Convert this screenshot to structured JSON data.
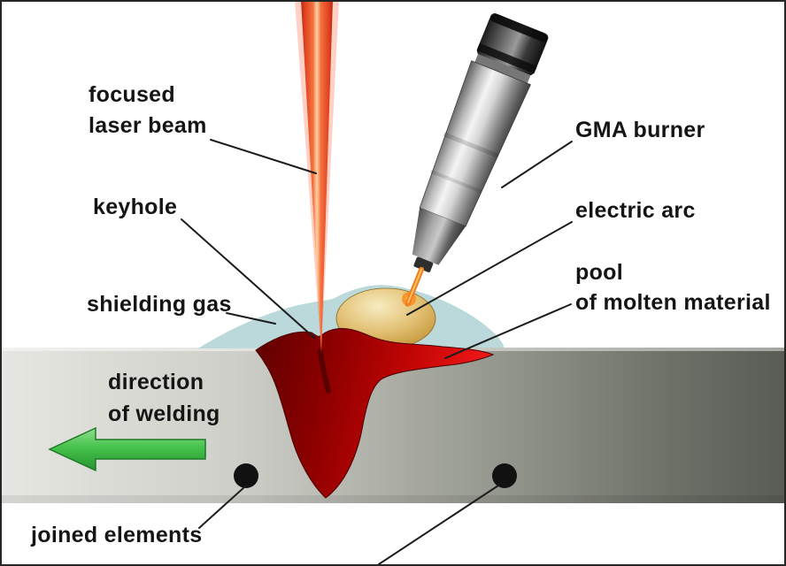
{
  "diagram": {
    "labels": {
      "focused_laser_beam": {
        "line1": "focused",
        "line2": "laser beam"
      },
      "keyhole": "keyhole",
      "shielding_gas": "shielding gas",
      "gma_burner": "GMA burner",
      "electric_arc": "electric arc",
      "pool_of_molten_material": {
        "line1": "pool",
        "line2": "of molten material"
      },
      "direction_of_welding": {
        "line1": "direction",
        "line2": "of welding"
      },
      "joined_elements": "joined elements"
    },
    "colors": {
      "laser_beam": "#e0401f",
      "molten_pool": "#bf0404",
      "shielding_gas": "#b7d6d9",
      "electric_arc_dome": "#d9ae56",
      "direction_arrow": "#46c24c",
      "plate_left": "#e6e6e2",
      "plate_right": "#585c55",
      "burner_metal": "#c9c9c9",
      "label_text": "#151515"
    }
  }
}
